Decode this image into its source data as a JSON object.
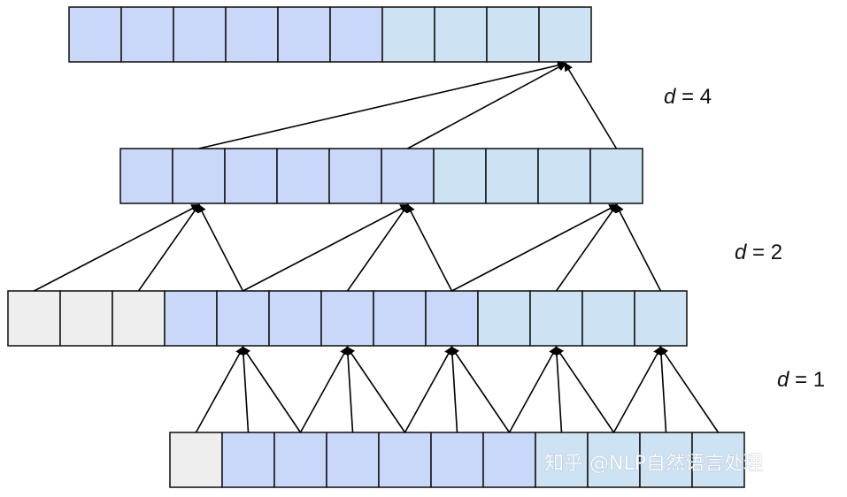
{
  "colors": {
    "padding": "#eeeeee",
    "active": "#c9d7f8",
    "future": "#cde2f3",
    "stroke": "#1a1a1a",
    "arrow": "#000000"
  },
  "layers": [
    {
      "name": "input",
      "cells": [
        "padding",
        "active",
        "active",
        "active",
        "active",
        "active",
        "active",
        "future",
        "future",
        "future",
        "future"
      ]
    },
    {
      "name": "hidden-1",
      "cells": [
        "padding",
        "padding",
        "padding",
        "active",
        "active",
        "active",
        "active",
        "active",
        "active",
        "future",
        "future",
        "future",
        "future"
      ]
    },
    {
      "name": "hidden-2",
      "cells": [
        "active",
        "active",
        "active",
        "active",
        "active",
        "active",
        "future",
        "future",
        "future",
        "future"
      ]
    },
    {
      "name": "output",
      "cells": [
        "active",
        "active",
        "active",
        "active",
        "active",
        "active",
        "future",
        "future",
        "future",
        "future"
      ]
    }
  ],
  "dilations": [
    {
      "d": "d",
      "eq": " = 1"
    },
    {
      "d": "d",
      "eq": " = 2"
    },
    {
      "d": "d",
      "eq": " = 4"
    }
  ],
  "watermark": "知乎 @NLP自然语言处理"
}
